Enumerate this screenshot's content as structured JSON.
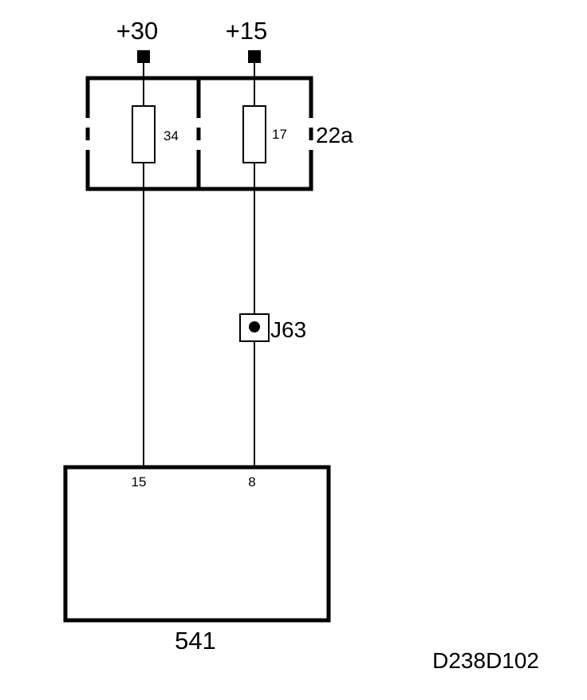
{
  "terminals": [
    {
      "label": "+30"
    },
    {
      "label": "+15"
    }
  ],
  "fuse_box": {
    "label": "22a",
    "fuses": [
      {
        "number": "34"
      },
      {
        "number": "17"
      }
    ]
  },
  "junction": {
    "label": "J63"
  },
  "module": {
    "label": "541",
    "pins": [
      {
        "number": "15"
      },
      {
        "number": "8"
      }
    ]
  },
  "drawing_id": "D238D102",
  "colors": {
    "line": "#000000",
    "background": "#ffffff"
  }
}
